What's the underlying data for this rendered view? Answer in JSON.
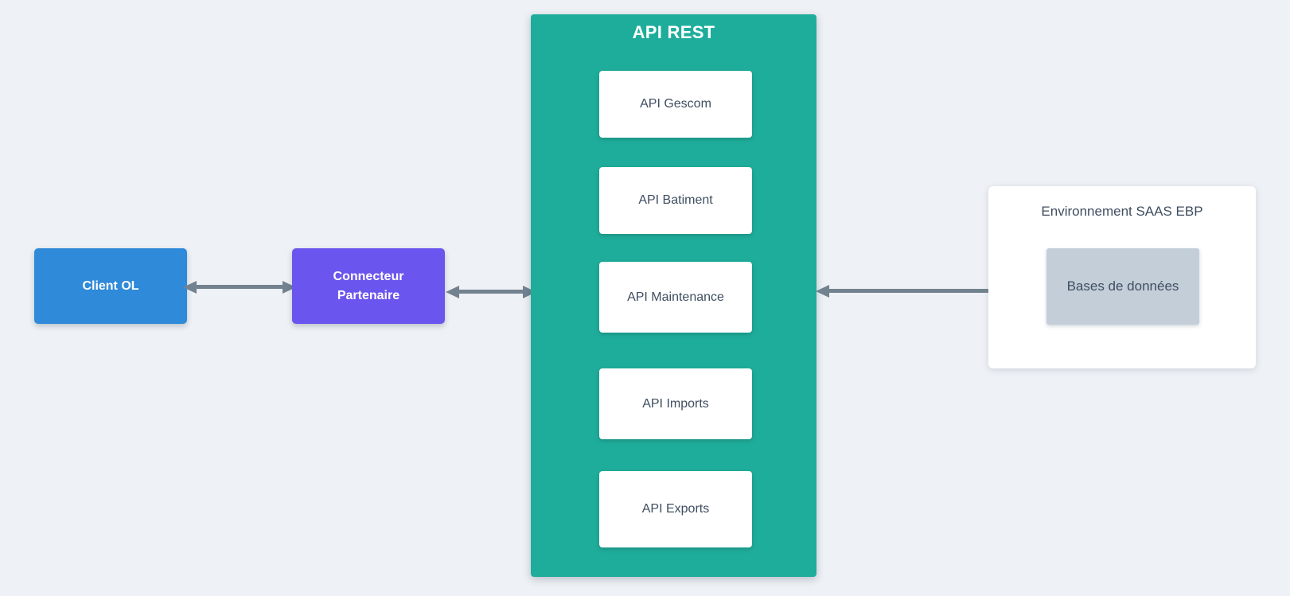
{
  "diagram": {
    "background_color": "#eef1f5",
    "arrow_color": "#72828f",
    "text_color": "#3f4e60",
    "nodes": {
      "client": {
        "label": "Client OL",
        "color": "#2f8ad9"
      },
      "connecteur": {
        "label": "Connecteur Partenaire",
        "color": "#6a55ee"
      },
      "api_rest": {
        "title": "API REST",
        "color": "#1fad9b",
        "services": [
          {
            "label": "API Gescom"
          },
          {
            "label": "API Batiment"
          },
          {
            "label": "API Maintenance"
          },
          {
            "label": "API Imports"
          },
          {
            "label": "API Exports"
          }
        ]
      },
      "saas": {
        "title": "Environnement SAAS EBP",
        "database": {
          "label": "Bases de données",
          "color": "#c3ced9"
        }
      }
    },
    "connections": [
      {
        "from": "Client OL",
        "to": "Connecteur Partenaire",
        "type": "bidirectional"
      },
      {
        "from": "Connecteur Partenaire",
        "to": "API REST",
        "type": "bidirectional"
      },
      {
        "from": "API REST",
        "to": "Bases de données",
        "type": "bidirectional"
      }
    ]
  }
}
